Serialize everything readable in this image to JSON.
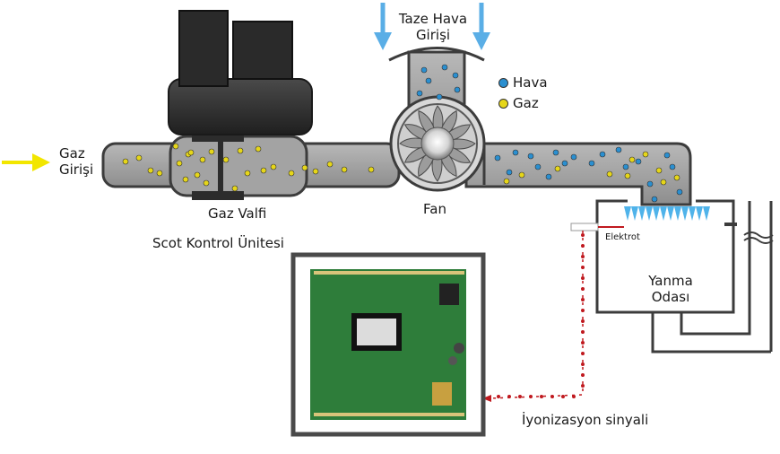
{
  "labels": {
    "gas_inlet": [
      "Gaz",
      "Girişi"
    ],
    "fresh_air": [
      "Taze Hava",
      "Girişi"
    ],
    "gas_valve": "Gaz Valfi",
    "control_unit": "Scot Kontrol Ünitesi",
    "fan": "Fan",
    "electrode": "Elektrot",
    "combustion_chamber": [
      "Yanma",
      "Odası"
    ],
    "ionization_signal": "İyonizasyon sinyali"
  },
  "legend": [
    {
      "label": "Hava",
      "color": "#2a8fd0"
    },
    {
      "label": "Gaz",
      "color": "#e6d619"
    }
  ],
  "colors": {
    "pipe": "#a9a9a9",
    "pipe_outline": "#3c3c3c",
    "valve_dark": "#2f2f2f",
    "arrow_gas": "#f2e600",
    "arrow_air": "#5aaee6",
    "flame": "#4fb3ea",
    "signal": "#c0191f",
    "board": "#2e7d3a"
  }
}
